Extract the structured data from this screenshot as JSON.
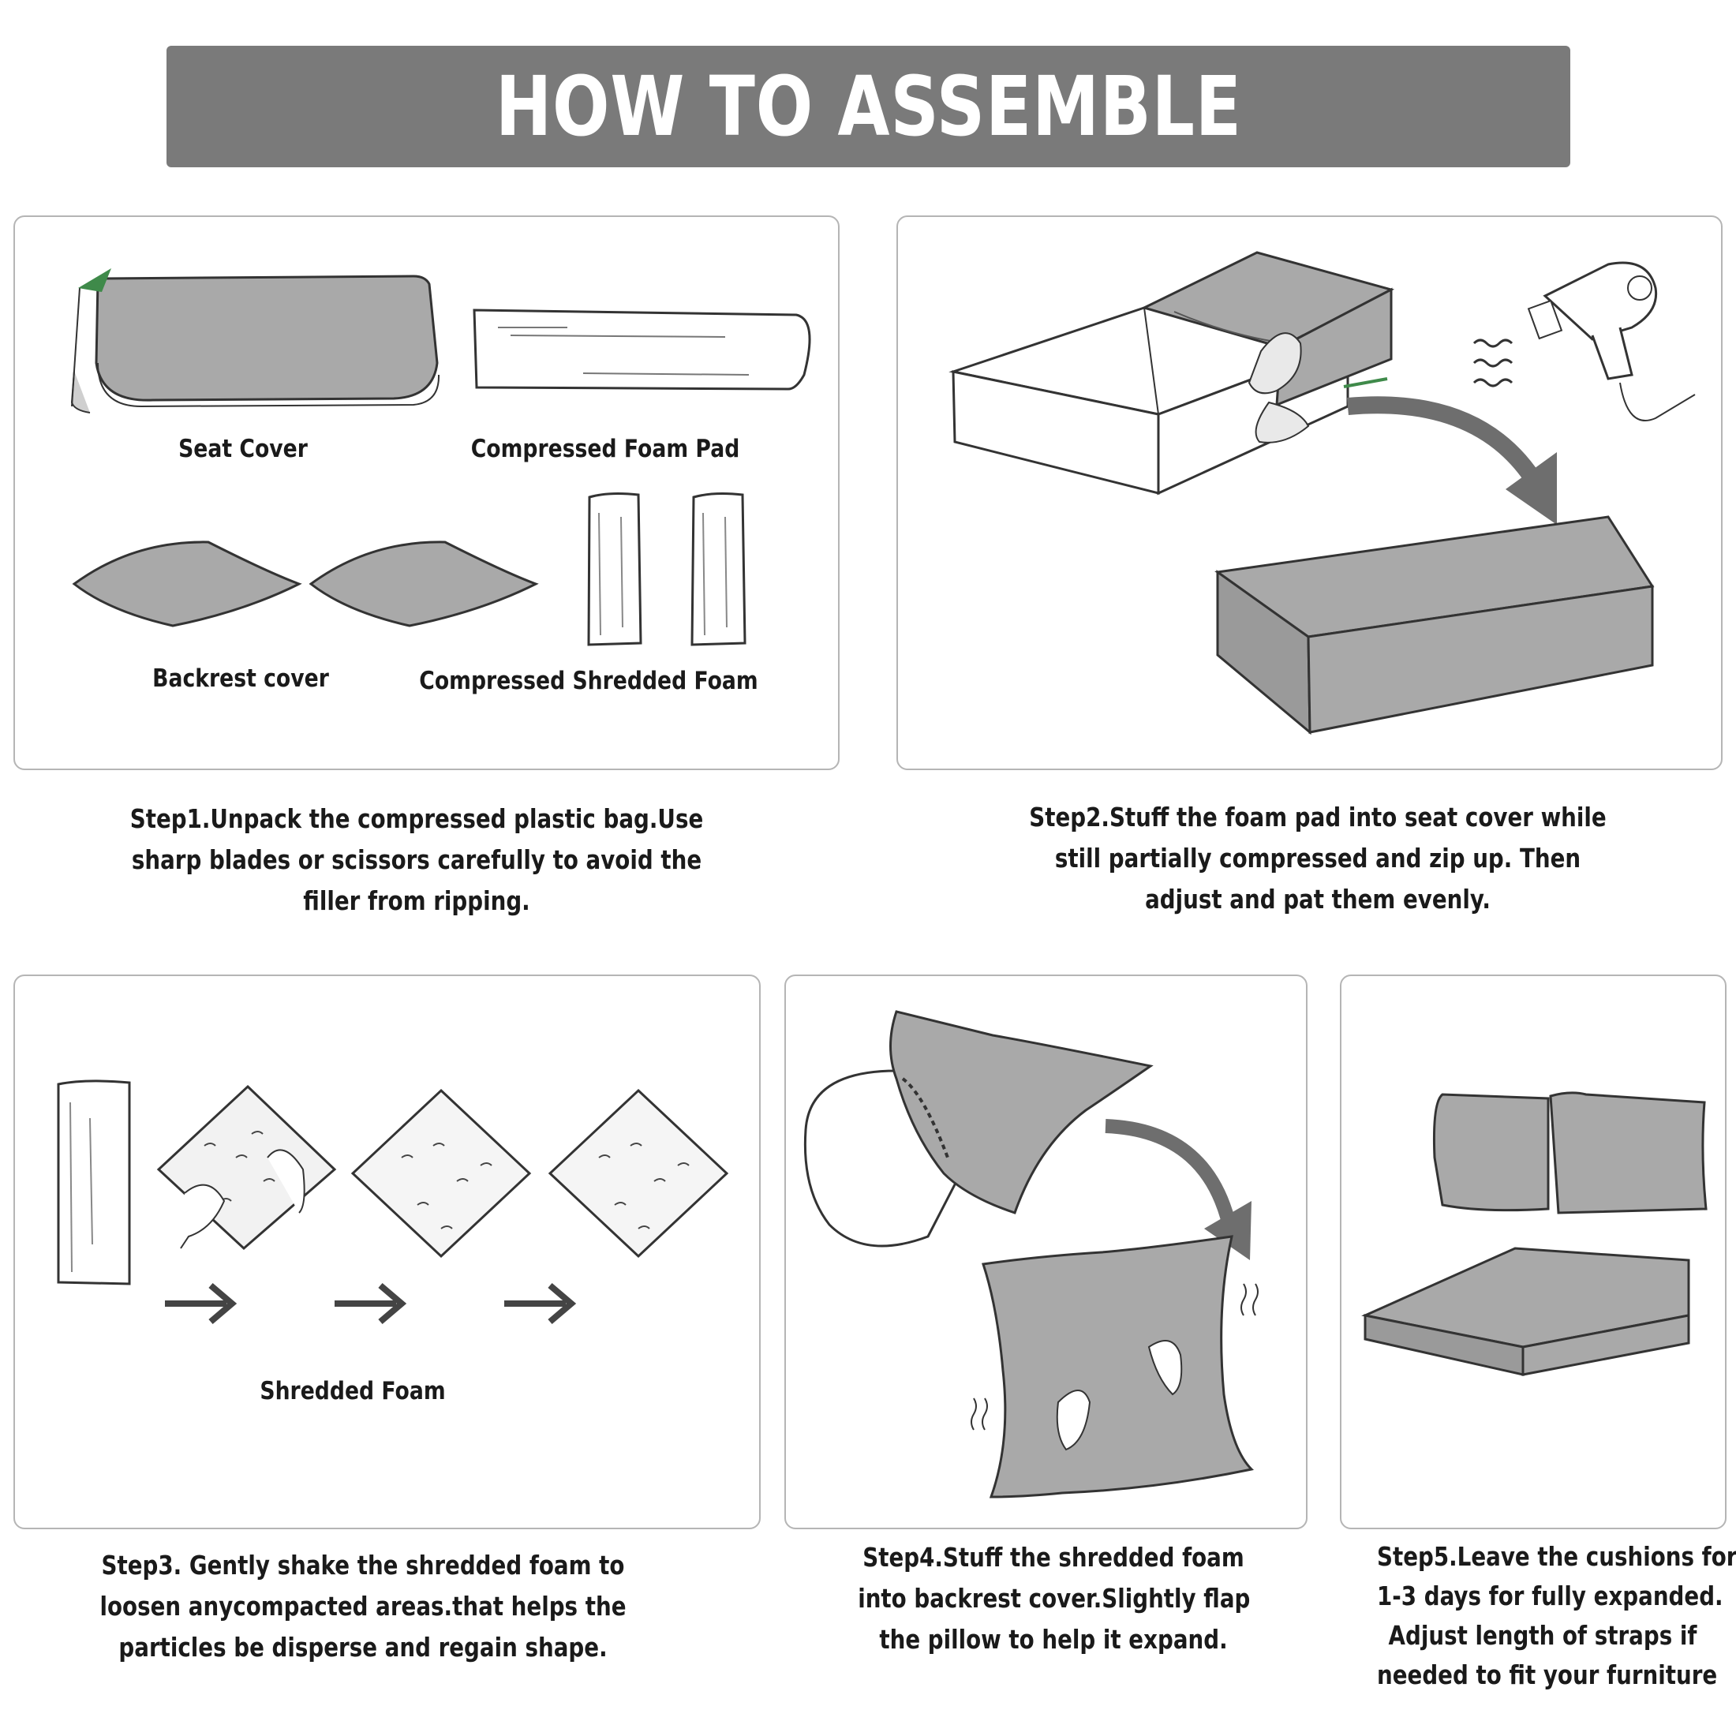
{
  "header": {
    "title": "HOW TO ASSEMBLE"
  },
  "step1": {
    "labels": {
      "seat_cover": "Seat Cover",
      "foam_pad": "Compressed Foam Pad",
      "backrest_cover": "Backrest cover",
      "shredded_foam": "Compressed Shredded Foam"
    },
    "caption": [
      "Step1.Unpack the compressed plastic bag.Use",
      "sharp blades or scissors carefully to avoid the",
      "filler from ripping."
    ]
  },
  "step2": {
    "caption": [
      "Step2.Stuff the foam pad into seat cover while",
      "still partially compressed and zip up. Then",
      "adjust and pat them evenly."
    ]
  },
  "step3": {
    "label": "Shredded Foam",
    "caption": [
      "Step3. Gently shake the shredded foam to",
      "loosen anycompacted areas.that helps the",
      "particles be disperse and regain shape."
    ]
  },
  "step4": {
    "caption": [
      "Step4.Stuff the shredded foam",
      "into backrest cover.Slightly flap",
      "the pillow to help it expand."
    ]
  },
  "step5": {
    "caption": [
      "Step5.Leave the cushions for",
      "1-3 days for fully expanded.",
      "Adjust length of straps if",
      "needed to fit your furniture"
    ]
  },
  "colors": {
    "banner": "#7a7a7a",
    "cushion_gray": "#a9a9a9",
    "arrow_gray": "#6e6e6e",
    "panel_border": "#b5b5b5",
    "zipper_green": "#3f8a4a"
  }
}
